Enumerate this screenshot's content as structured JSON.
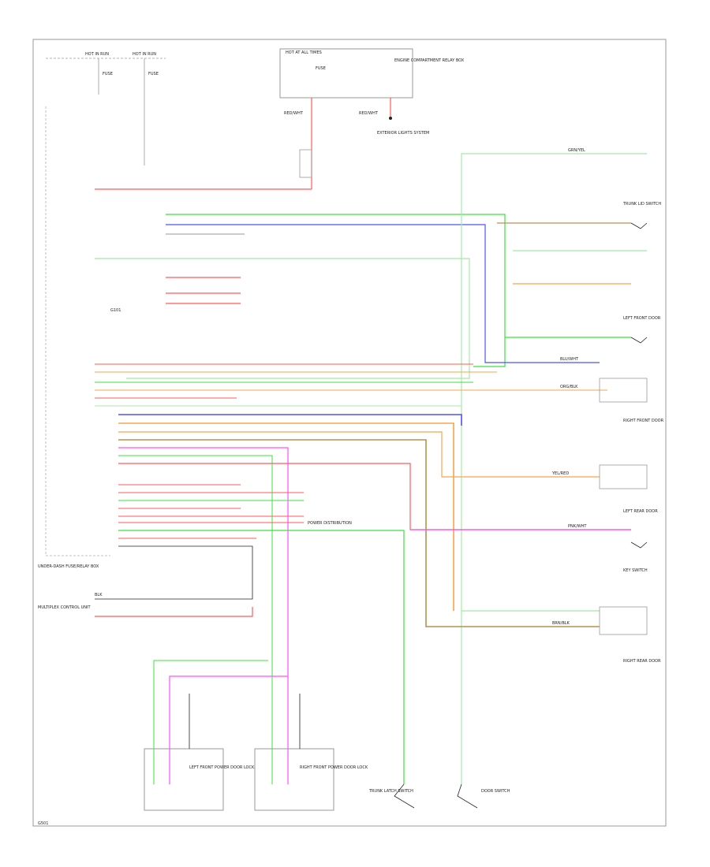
{
  "diagram": {
    "colors": {
      "red": "#ff5a5a",
      "green": "#3ee03e",
      "blue": "#5050ff",
      "orange": "#f5a550",
      "brown": "#b89050",
      "pink": "#ff50ff",
      "lightgreen": "#a8e8a8",
      "grey": "#9a9a9a",
      "black": "#222222"
    },
    "labels": {
      "top_left_a": "HOT IN RUN",
      "top_left_b": "HOT IN RUN",
      "fuse_top_a": "FUSE",
      "fuse_top_b": "FUSE",
      "box_title": "HOT AT ALL TIMES",
      "box_fuse": "FUSE",
      "box_side": "ENGINE COMPARTMENT RELAY BOX",
      "wire_red_1": "RED/WHT",
      "wire_red_2": "RED/WHT",
      "wire_grn_top": "GRN/YEL",
      "wire_blu": "BLU/WHT",
      "wire_org": "ORG/BLK",
      "wire_pnk": "PNK/WHT",
      "wire_brn": "BRN/BLK",
      "wire_yel": "YEL/RED",
      "wire_blk": "BLK",
      "note_exterior": "EXTERIOR LIGHTS SYSTEM",
      "note_power": "POWER DISTRIBUTION",
      "bottom_tag": "G501",
      "left_module": "UNDER-DASH FUSE/RELAY BOX",
      "left_module_b": "MULTIPLEX CONTROL UNIT",
      "sw_left": "LEFT FRONT POWER DOOR LOCK",
      "sw_right": "RIGHT FRONT POWER DOOR LOCK",
      "sw_trunk": "TRUNK LATCH SWITCH",
      "sw_door": "DOOR SWITCH",
      "r_label_1": "TRUNK LID SWITCH",
      "r_label_2": "LEFT FRONT DOOR",
      "r_label_3": "RIGHT FRONT DOOR",
      "r_label_4": "LEFT REAR DOOR",
      "r_label_5": "RIGHT REAR DOOR",
      "r_label_6": "KEY SWITCH",
      "ground": "G101"
    }
  }
}
